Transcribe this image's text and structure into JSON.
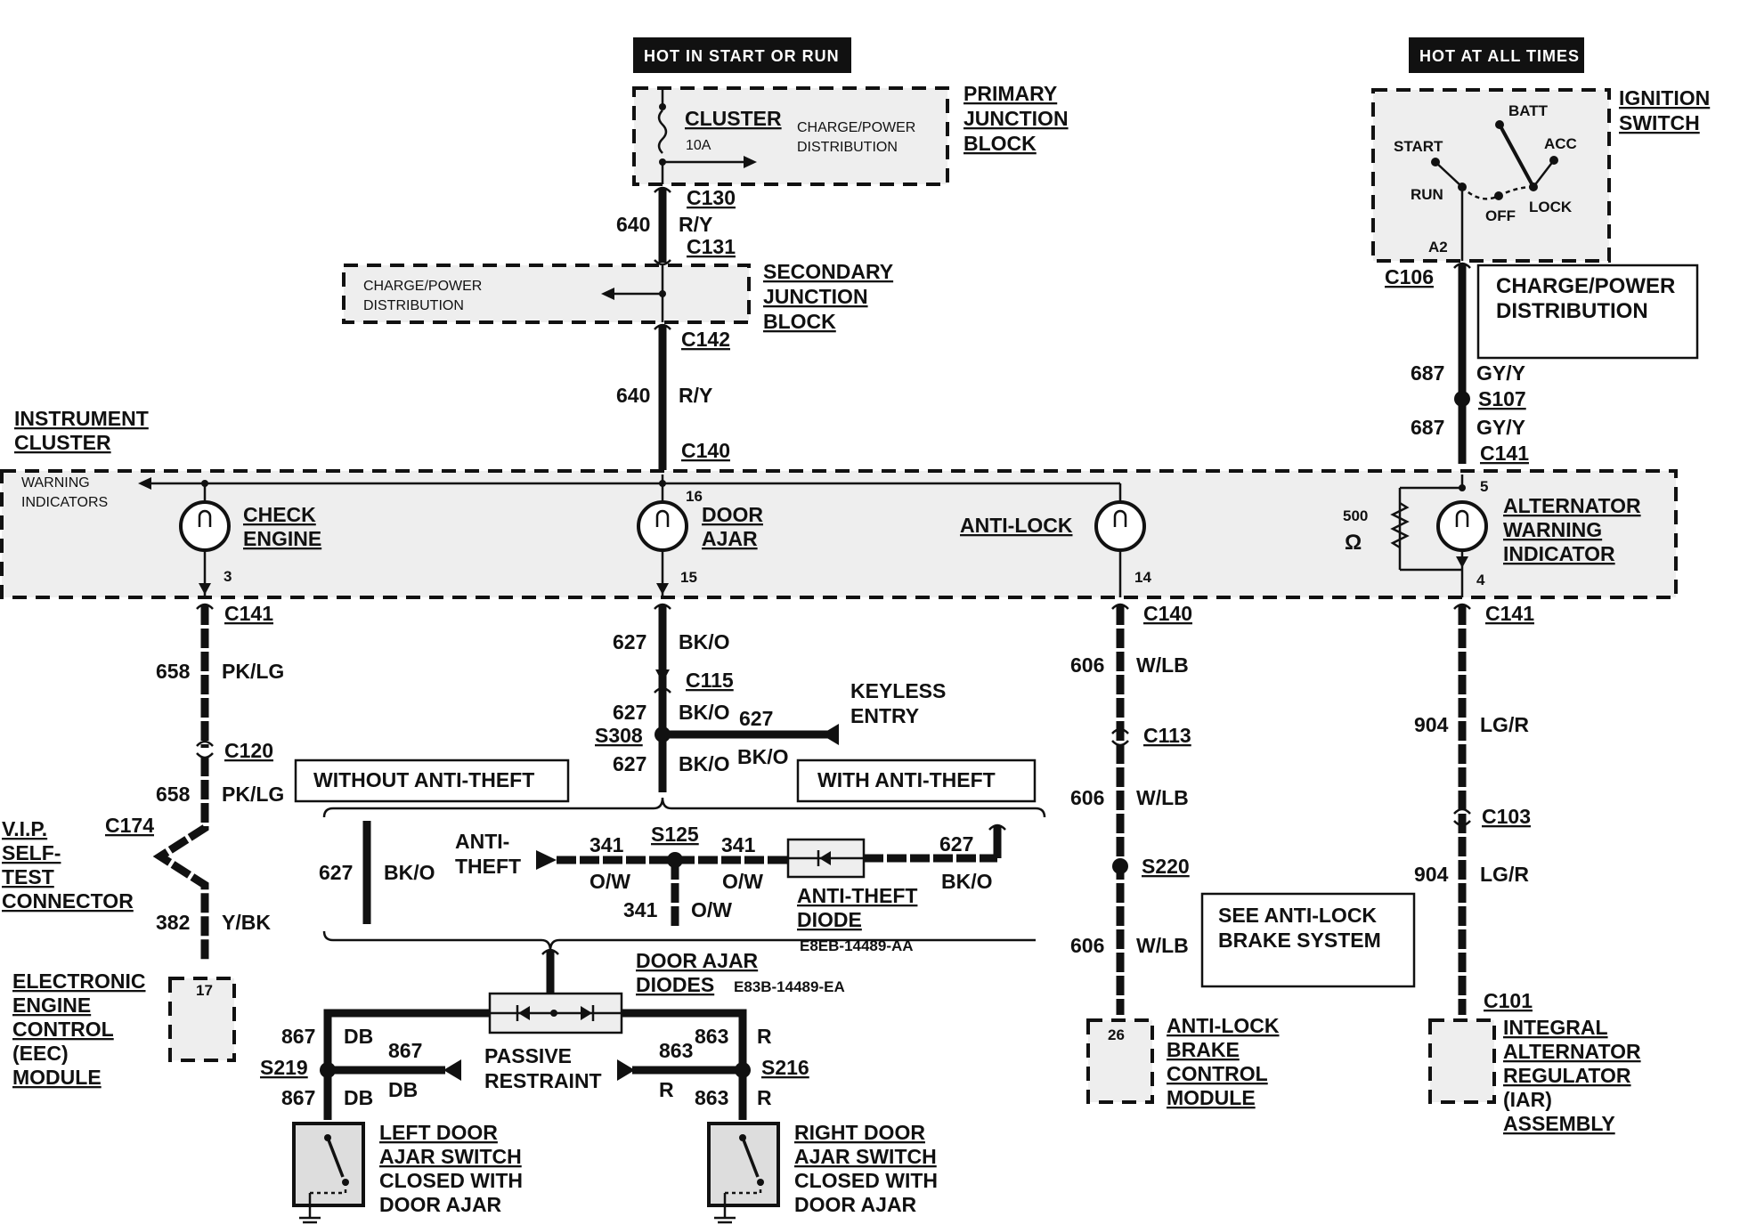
{
  "header_labels": {
    "hot_start_run": "HOT IN START OR RUN",
    "hot_all_times": "HOT AT ALL TIMES"
  },
  "components": {
    "primary_junction_block": [
      "PRIMARY",
      "JUNCTION",
      "BLOCK"
    ],
    "cluster_fuse": "CLUSTER",
    "fuse_rating": "10A",
    "charge_power_dist": [
      "CHARGE/POWER",
      "DISTRIBUTION"
    ],
    "secondary_junction_block": [
      "SECONDARY",
      "JUNCTION",
      "BLOCK"
    ],
    "ignition_switch": [
      "IGNITION",
      "SWITCH"
    ],
    "ignition_positions": {
      "batt": "BATT",
      "start": "START",
      "acc": "ACC",
      "run": "RUN",
      "off": "OFF",
      "lock": "LOCK",
      "a2": "A2"
    },
    "charge_power_dist_box": [
      "CHARGE/POWER",
      "DISTRIBUTION"
    ],
    "instrument_cluster": [
      "INSTRUMENT",
      "CLUSTER"
    ],
    "warning_indicators": [
      "WARNING",
      "INDICATORS"
    ],
    "check_engine": [
      "CHECK",
      "ENGINE"
    ],
    "door_ajar": [
      "DOOR",
      "AJAR"
    ],
    "anti_lock": "ANTI-LOCK",
    "resistor_value": "500",
    "resistor_unit": "Ω",
    "alternator_warning": [
      "ALTERNATOR",
      "WARNING",
      "INDICATOR"
    ],
    "keyless_entry": [
      "KEYLESS",
      "ENTRY"
    ],
    "without_anti_theft": "WITHOUT ANTI-THEFT",
    "with_anti_theft": "WITH ANTI-THEFT",
    "anti_theft": [
      "ANTI-",
      "THEFT"
    ],
    "anti_theft_diode": [
      "ANTI-THEFT",
      "DIODE"
    ],
    "anti_theft_diode_part": "E8EB-14489-AA",
    "vip_connector": [
      "V.I.P.",
      "SELF-",
      "TEST",
      "CONNECTOR"
    ],
    "eec_module": [
      "ELECTRONIC",
      "ENGINE",
      "CONTROL",
      "(EEC)",
      "MODULE"
    ],
    "door_ajar_diodes": [
      "DOOR AJAR",
      "DIODES"
    ],
    "door_ajar_diodes_part": "E83B-14489-EA",
    "passive_restraint": [
      "PASSIVE",
      "RESTRAINT"
    ],
    "see_abs": [
      "SEE ANTI-LOCK",
      "BRAKE SYSTEM"
    ],
    "abs_module": [
      "ANTI-LOCK",
      "BRAKE",
      "CONTROL",
      "MODULE"
    ],
    "iar_assembly": [
      "INTEGRAL",
      "ALTERNATOR",
      "REGULATOR",
      "(IAR)",
      "ASSEMBLY"
    ],
    "left_door_switch": [
      "LEFT DOOR",
      "AJAR SWITCH",
      "CLOSED WITH",
      "DOOR AJAR"
    ],
    "right_door_switch": [
      "RIGHT DOOR",
      "AJAR SWITCH",
      "CLOSED WITH",
      "DOOR AJAR"
    ]
  },
  "connectors": {
    "c130": "C130",
    "c131": "C131",
    "c142": "C142",
    "c140": "C140",
    "c106": "C106",
    "s107": "S107",
    "c141": "C141",
    "c115": "C115",
    "s308": "S308",
    "c120": "C120",
    "c174": "C174",
    "s125": "S125",
    "c113": "C113",
    "s220": "S220",
    "c103": "C103",
    "c101": "C101",
    "s219": "S219",
    "s216": "S216"
  },
  "pins": {
    "p16": "16",
    "p3": "3",
    "p15": "15",
    "p14": "14",
    "p5": "5",
    "p4": "4",
    "p17": "17",
    "p26": "26"
  },
  "circuits": {
    "c640": "640",
    "ry": "R/Y",
    "c687": "687",
    "gyy": "GY/Y",
    "c658": "658",
    "pklg": "PK/LG",
    "c627": "627",
    "bko": "BK/O",
    "c606": "606",
    "wlb": "W/LB",
    "c904": "904",
    "lgr": "LG/R",
    "c382": "382",
    "ybk": "Y/BK",
    "c341": "341",
    "ow": "O/W",
    "c867": "867",
    "db": "DB",
    "c863": "863",
    "r": "R"
  }
}
